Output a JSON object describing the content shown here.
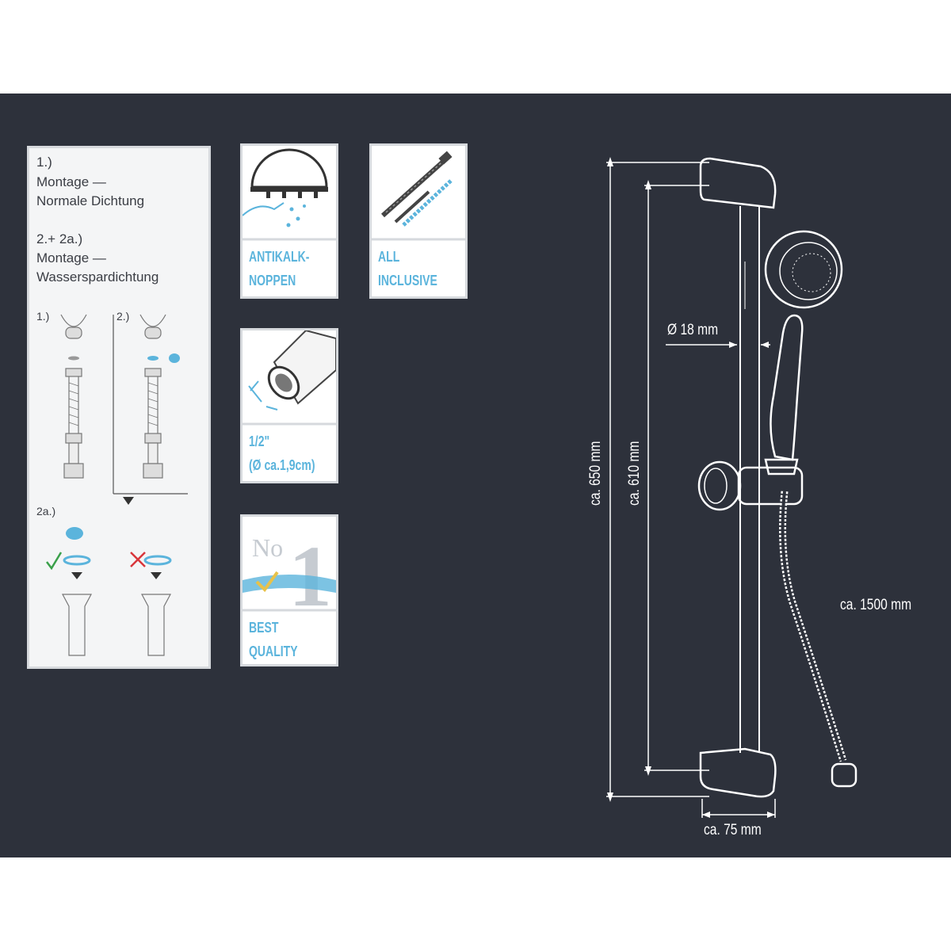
{
  "instructions": {
    "step1_number": "1.)",
    "step1_line1": "Montage —",
    "step1_line2": "Normale Dichtung",
    "step2_number": "2.+ 2a.)",
    "step2_line1": "Montage —",
    "step2_line2": "Wasserspardichtung",
    "diagram_label_1": "1.)",
    "diagram_label_2": "2.)",
    "diagram_label_2a": "2a.)"
  },
  "features": [
    {
      "line1": "ANTIKALK-",
      "line2": "NOPPEN",
      "icon": "shower-head-icon"
    },
    {
      "line1": "ALL",
      "line2": "INCLUSIVE",
      "icon": "screws-dowels-icon"
    },
    {
      "line1": "1/2\"",
      "line2": "(Ø  ca.1,9cm)",
      "icon": "thread-connector-icon"
    },
    {
      "line1": "BEST",
      "line2": "QUALITY",
      "icon": "no1-badge-icon"
    }
  ],
  "badge": {
    "no": "No",
    "one": "1"
  },
  "dimensions": {
    "rod_diameter": "Ø 18 mm",
    "total_height": "ca. 650 mm",
    "inner_height": "ca. 610 mm",
    "hose_length": "ca. 1500 mm",
    "depth": "ca. 75 mm"
  },
  "colors": {
    "background": "#2d313b",
    "card": "#f4f5f6",
    "accent_blue": "#5bb4dc",
    "check_green": "#3aa04a",
    "cross_red": "#d8363b"
  }
}
